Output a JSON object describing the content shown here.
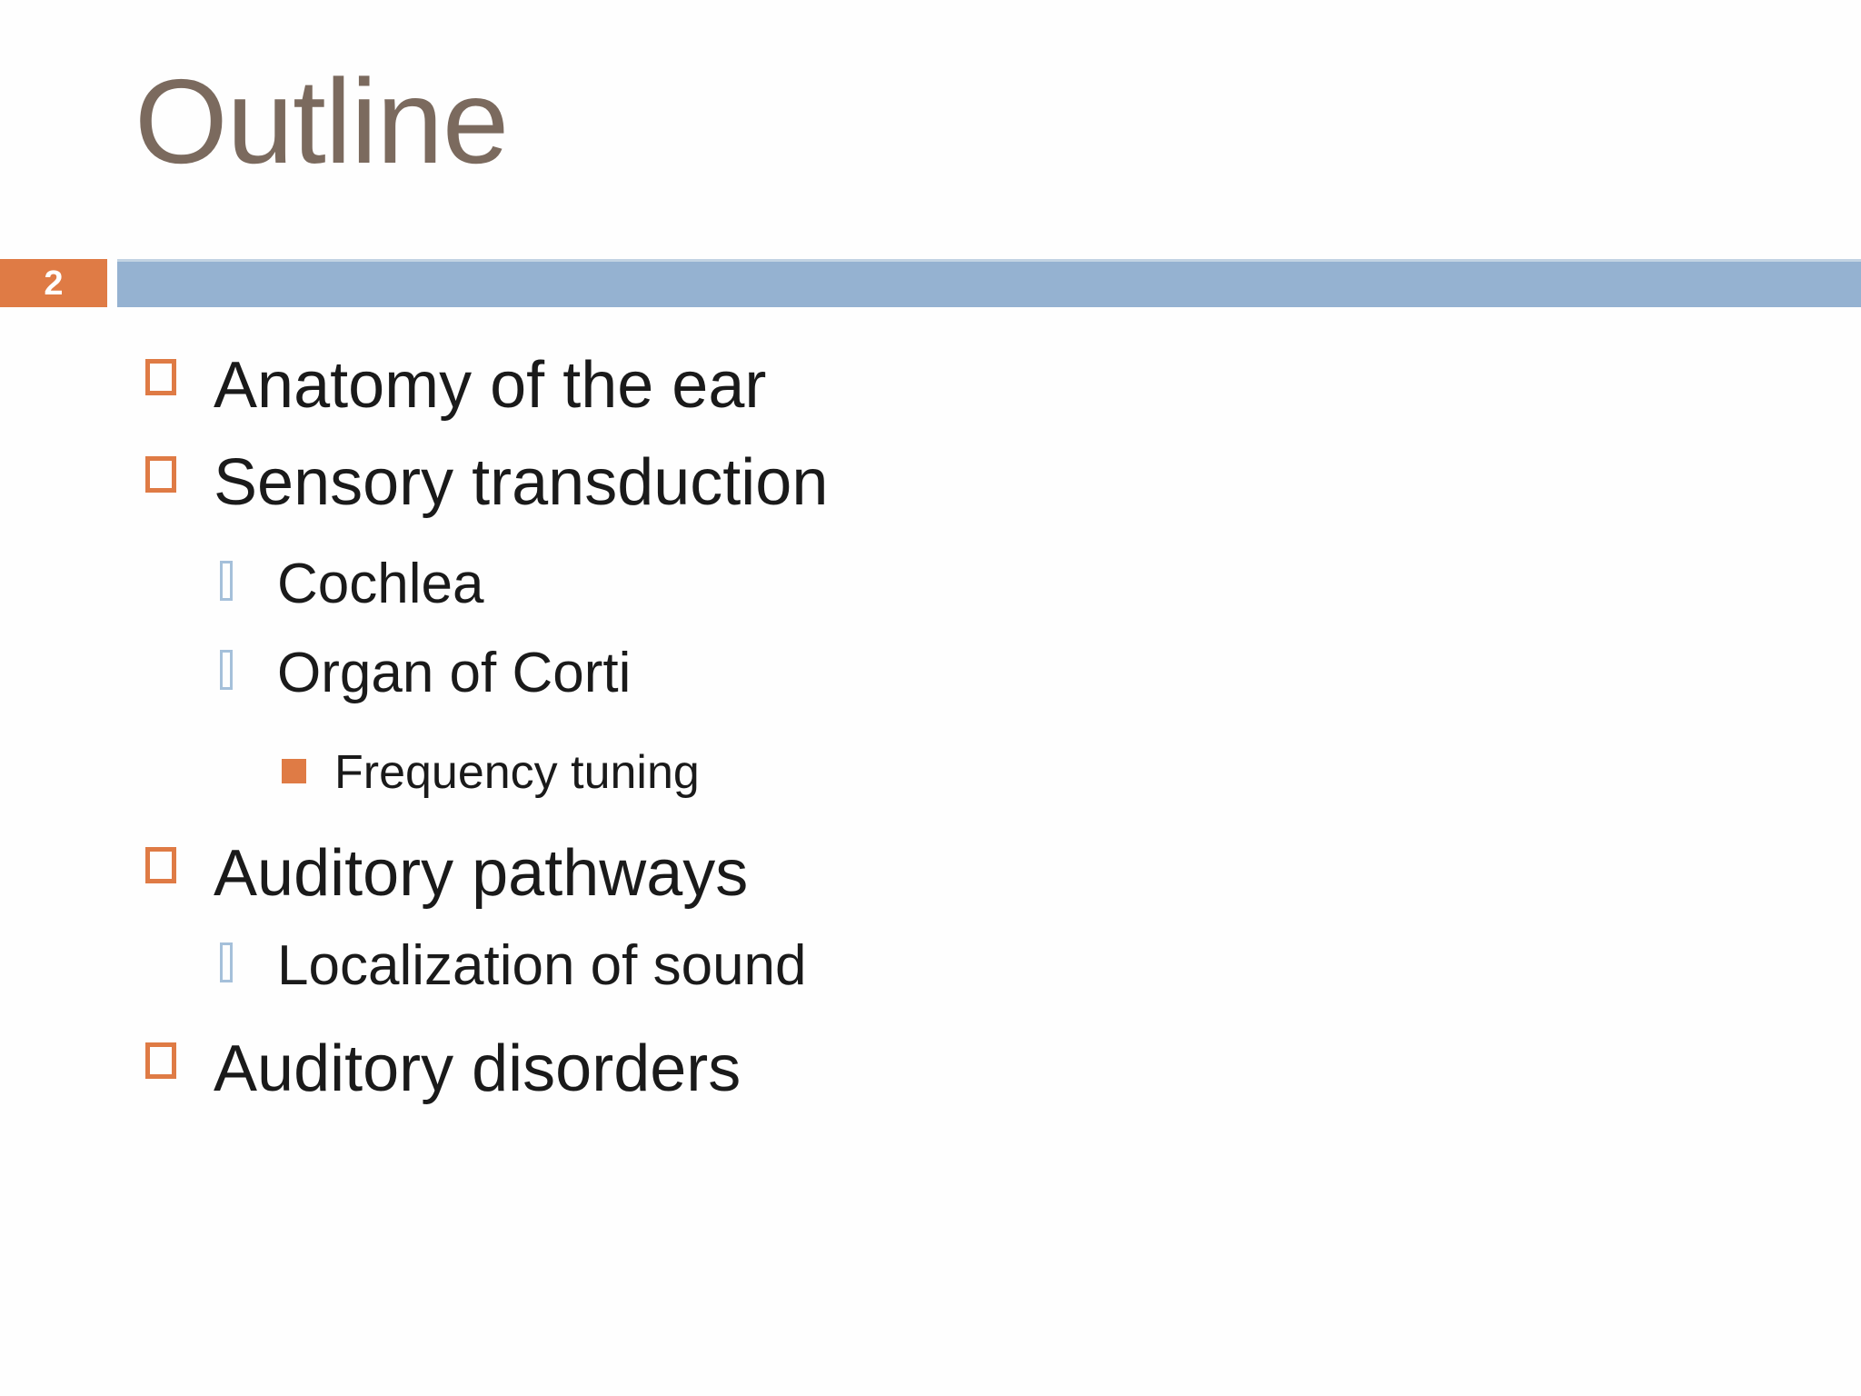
{
  "slide": {
    "title": "Outline",
    "slide_number": "2",
    "colors": {
      "accent_orange": "#DF7B45",
      "bar_blue": "#95B2D1",
      "bar_blue_light": "#C2D3E3",
      "level2_marker_blue": "#A5C0DA",
      "title_brown": "#7B6A5E",
      "body_text": "#1A1A1A",
      "background": "#FEFEFE"
    },
    "bullets": [
      {
        "level": 1,
        "text": "Anatomy of the ear"
      },
      {
        "level": 1,
        "text": "Sensory transduction"
      },
      {
        "level": 2,
        "text": "Cochlea"
      },
      {
        "level": 2,
        "text": "Organ of Corti"
      },
      {
        "level": 3,
        "text": "Frequency tuning"
      },
      {
        "level": 1,
        "text": "Auditory pathways"
      },
      {
        "level": 2,
        "text": "Localization of sound"
      },
      {
        "level": 1,
        "text": "Auditory disorders"
      }
    ]
  }
}
